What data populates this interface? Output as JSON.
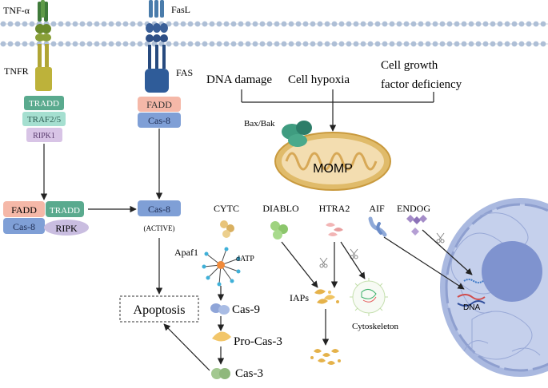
{
  "labels": {
    "tnf_alpha": "TNF-α",
    "tnfr": "TNFR",
    "fasl": "FasL",
    "fas": "FAS",
    "tradd_top": "TRADD",
    "traf": "TRAF2/5",
    "ripk1": "RIPK1",
    "fadd_top": "FADD",
    "cas8_top": "Cas-8",
    "fadd_complex": "FADD",
    "tradd_complex": "TRADD",
    "cas8_complex": "Cas-8",
    "ripk_complex": "RIPK",
    "cas8_active": "Cas-8",
    "active": "(ACTIVE)",
    "dna_damage": "DNA damage",
    "cell_hypoxia": "Cell hypoxia",
    "cell_growth": "Cell growth",
    "factor_deficiency": "factor deficiency",
    "bax_bak": "Bax/Bak",
    "momp": "MOMP",
    "cytc": "CYTC",
    "diablo": "DIABLO",
    "htra2": "HTRA2",
    "aif": "AIF",
    "endog": "ENDOG",
    "apaf1": "Apaf1",
    "datp": "dATP",
    "cas9": "Cas-9",
    "procas3": "Pro-Cas-3",
    "cas3": "Cas-3",
    "apoptosis": "Apoptosis",
    "iaps": "IAPs",
    "cytoskeleton": "Cytoskeleton",
    "dna": "DNA"
  },
  "colors": {
    "membrane_head": "#aebfd6",
    "tradd_box": "#5aaa8e",
    "traf_box": "#a5dfd0",
    "ripk1_box": "#d8c4e6",
    "fadd_box": "#f5b8a8",
    "cas8_box": "#7f9fd6",
    "ripk_ellipse": "#c9bde0",
    "mitochondrion": "#e0bb6a",
    "nucleus": "#9fb1dd",
    "arrow": "#222222"
  }
}
